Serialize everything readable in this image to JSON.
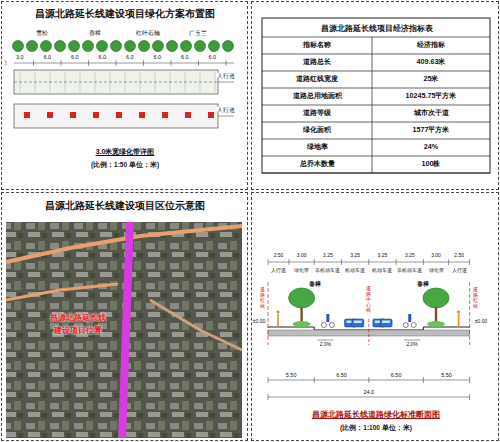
{
  "diagram": {
    "nodes": [
      {
        "text": [
          "昌源北路延长线建设项目绿化方案布置图",
          "3.0米宽绿化带详图",
          "(比例：1:50 单位：米)"
        ]
      },
      {
        "text": [
          "昌源北路延长线项目经济指标表"
        ]
      },
      {
        "text": [
          "昌源北路延长线建设项目区位示意图"
        ]
      },
      {
        "text": [
          "昌源北路延长线道路绿化标准断面图",
          "(比例：1:100 单位：米)"
        ]
      }
    ],
    "labels": [
      "雪松",
      "香樟",
      "红叶石楠",
      "广玉兰",
      "3.0",
      "6.0",
      "6.0",
      "6.0",
      "6.0",
      "6.0",
      "6.0",
      "6.0",
      "人行道",
      "人行道",
      "指标名称",
      "经济指标",
      "道路总长",
      "409.63米",
      "道路红线宽度",
      "25米",
      "道路总用地面积",
      "10245.75平方米",
      "道路等级",
      "城市次干道",
      "绿化面积",
      "1577平方米",
      "绿地率",
      "24%",
      "总乔木数量",
      "100株",
      "昌源北路延长线",
      "建设项目位置",
      "2.50",
      "3.00",
      "3.25",
      "3.25",
      "3.25",
      "3.25",
      "3.00",
      "2.50",
      "人行道",
      "绿化带",
      "非机动车道",
      "机动车道",
      "机动车道",
      "非机动车道",
      "绿化带",
      "人行道",
      "香樟",
      "香樟",
      "±0.00",
      "±0.00",
      "2.0%",
      "2.0%",
      "5.50",
      "6.50",
      "6.50",
      "5.50",
      "24.0",
      "道路红线",
      "道路红线",
      "道路中心线"
    ]
  }
}
